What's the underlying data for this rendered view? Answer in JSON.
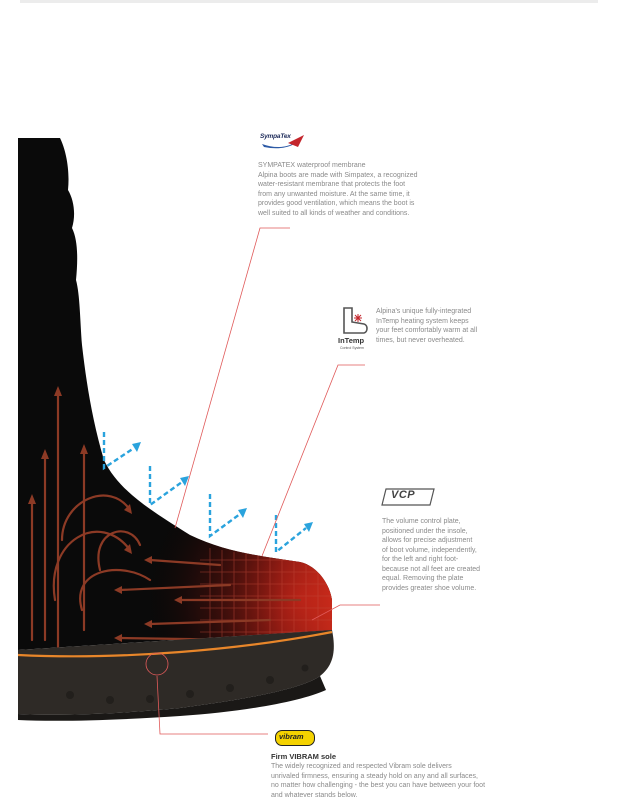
{
  "callouts": {
    "sympatex": {
      "logo_text": "SympaTex",
      "title": "SYMPATEX waterproof membrane",
      "lines": [
        "Alpina boots are made with Simpatex, a recognized",
        "water-resistant membrane that protects the foot",
        "from any unwanted moisture. At the same time, it",
        "provides good ventilation, which means the boot is",
        "well suited to all kinds of weather and conditions."
      ]
    },
    "intemp": {
      "logo_text": "InTemp",
      "logo_subtext": "Control System",
      "lines": [
        "Alpina's unique fully-integrated",
        "InTemp heating system keeps",
        "your feet comfortably warm at all",
        "times, but never overheated."
      ]
    },
    "vcp": {
      "logo_text": "VCP",
      "lines": [
        "The volume control plate,",
        "positioned under the insole,",
        "allows for precise adjustment",
        "of boot volume, independently,",
        "for the left and right foot-",
        "because not all feet are created",
        "equal. Removing the plate",
        "provides greater shoe volume."
      ]
    },
    "vibram": {
      "logo_text": "vibram",
      "title": "Firm VIBRAM sole",
      "lines": [
        "The widely recognized and respected Vibram sole delivers",
        "unrivaled firmness, ensuring a steady hold on any and all surfaces,",
        "no matter how challenging - the best you can have between your foot",
        "and whatever stands below."
      ]
    }
  },
  "colors": {
    "boot": "#0a0a0a",
    "sole": "#2e2a26",
    "sole_stripe": "#e8862a",
    "heat_arrow": "#8c3a25",
    "heat_glow": "#c2271b",
    "vent_arrow": "#2aa3dd",
    "leader_line": "#e05a5a"
  },
  "icons": [
    "sympatex-logo",
    "intemp-logo",
    "vcp-logo",
    "vibram-logo"
  ]
}
